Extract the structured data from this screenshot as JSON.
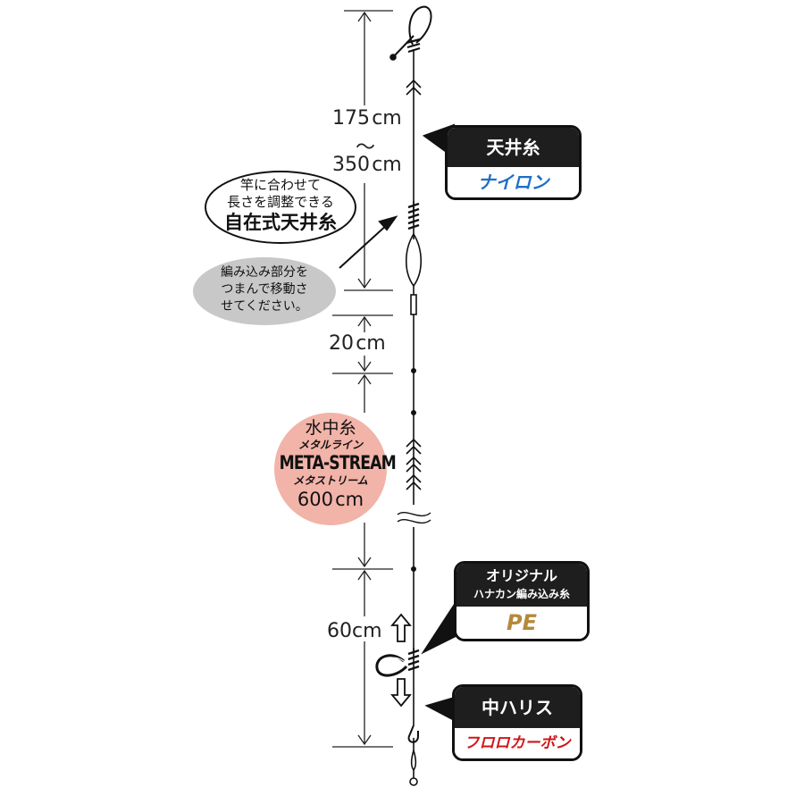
{
  "dimensions": {
    "main_line": {
      "min": "175",
      "sep": "～",
      "max": "350",
      "unit": "cm"
    },
    "gap": {
      "value": "20",
      "unit": "cm"
    },
    "underwater": {
      "value": "600",
      "unit": "cm"
    },
    "branch": {
      "value": "60",
      "unit": "cm"
    }
  },
  "callout_adjustable": {
    "line1": "竿に合わせて",
    "line2": "長さを調整できる",
    "line3": "自在式天井糸"
  },
  "callout_instruction": {
    "line1": "編み込み部分を",
    "line2": "つまんで移動さ",
    "line3": "せてください。"
  },
  "underwater_line": {
    "title": "水中糸",
    "subtitle": "メタルライン",
    "brand": "META-STREAM",
    "reading": "メタストリーム",
    "color": "#f2b3a8"
  },
  "labels": {
    "tenjo": {
      "top": "天井糸",
      "bottom": "ナイロン",
      "bottom_color": "#1e6fc9"
    },
    "original": {
      "top1": "オリジナル",
      "top2": "ハナカン編み込み糸",
      "bottom": "PE",
      "bottom_color": "#b5893a"
    },
    "nakaharisu": {
      "top": "中ハリス",
      "bottom": "フロロカーボン",
      "bottom_color": "#d0141a"
    }
  }
}
